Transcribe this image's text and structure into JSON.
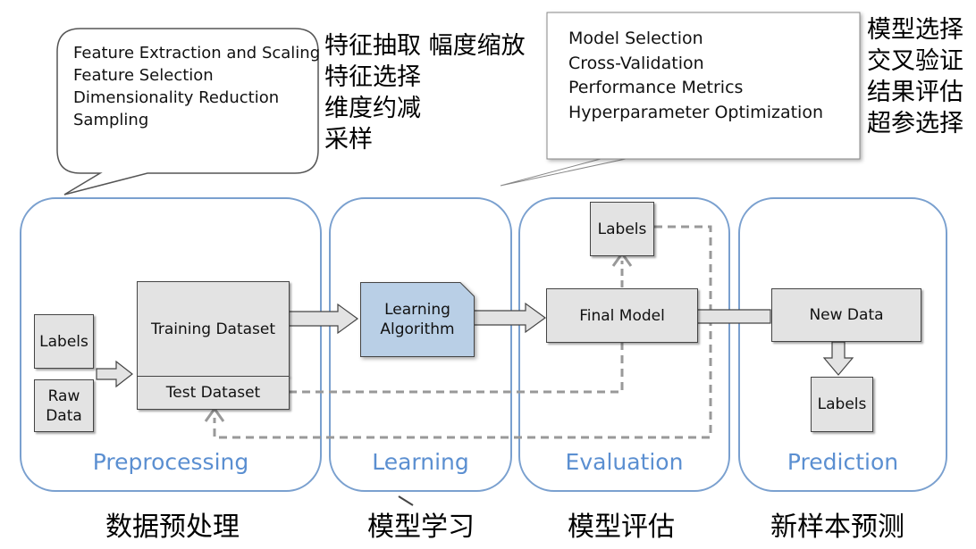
{
  "preprocess_callout": {
    "items": [
      "Feature Extraction and Scaling",
      "Feature Selection",
      "Dimensionality Reduction",
      "Sampling"
    ]
  },
  "preprocess_zh": {
    "lines": [
      "特征抽取 幅度缩放",
      "特征选择",
      "维度约减",
      "采样"
    ]
  },
  "evaluation_callout": {
    "items": [
      "Model Selection",
      "Cross-Validation",
      "Performance Metrics",
      "Hyperparameter Optimization"
    ]
  },
  "evaluation_zh": {
    "lines": [
      "模型选择",
      "交叉验证",
      "结果评估",
      "超参选择"
    ]
  },
  "stages": {
    "preprocessing": "Preprocessing",
    "learning": "Learning",
    "evaluation": "Evaluation",
    "prediction": "Prediction"
  },
  "boxes": {
    "labels_input": "Labels",
    "raw_data": [
      "Raw",
      "Data"
    ],
    "training_dataset": "Training Dataset",
    "test_dataset": "Test Dataset",
    "learning_algorithm": [
      "Learning",
      "Algorithm"
    ],
    "final_model": "Final Model",
    "labels_eval": "Labels",
    "new_data": "New Data",
    "labels_pred": "Labels"
  },
  "captions": {
    "preprocessing": "数据预处理",
    "learning": "模型学习",
    "evaluation": "模型评估",
    "prediction": "新样本预测"
  },
  "colors": {
    "stage_border": "#7aa0cf",
    "stage_title": "#5b8fd1",
    "box_fill": "#e3e3e3",
    "algorithm_fill": "#b9cfe6",
    "dashed_line": "#999999"
  }
}
